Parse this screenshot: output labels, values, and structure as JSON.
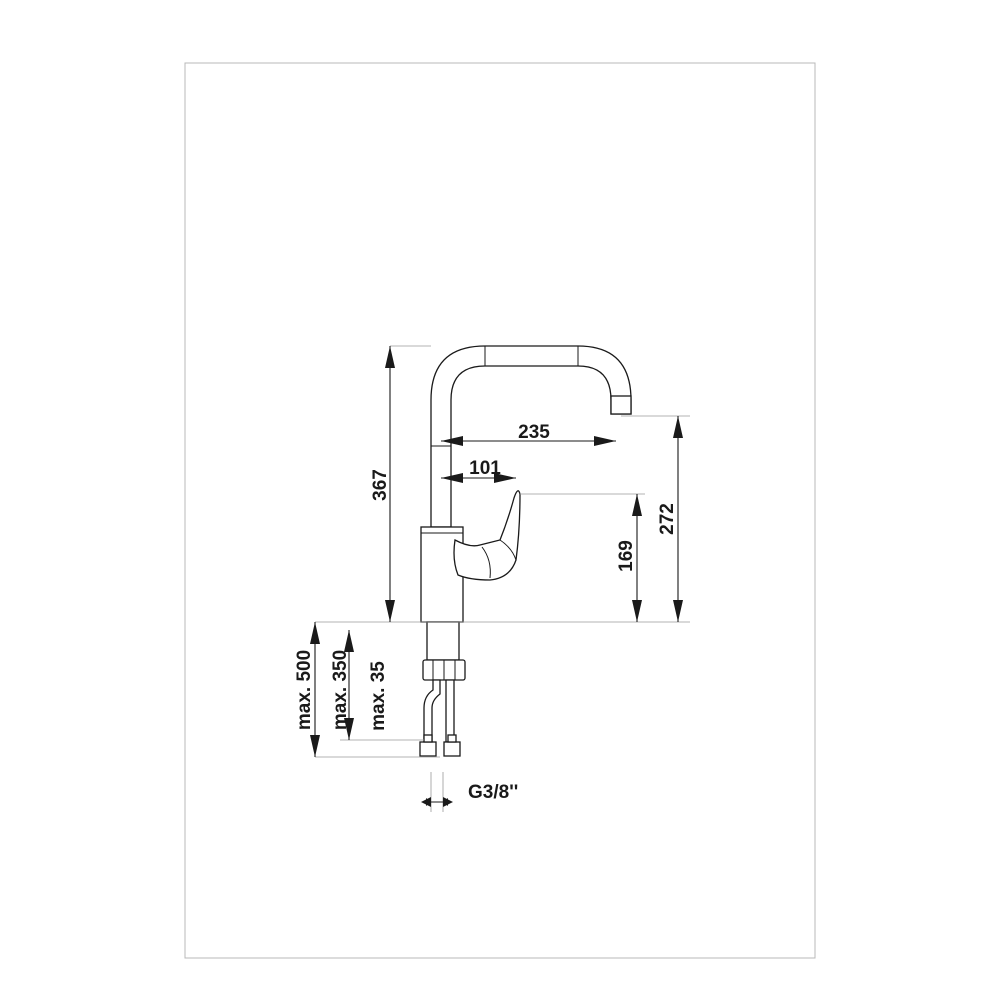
{
  "dimensions": {
    "height_total": "367",
    "spout_reach": "235",
    "lever_offset": "101",
    "spout_height": "272",
    "lever_height": "169",
    "hose_max_500": "max. 500",
    "hose_max_350": "max. 350",
    "deck_max_35": "max. 35",
    "thread": "G3/8''"
  }
}
